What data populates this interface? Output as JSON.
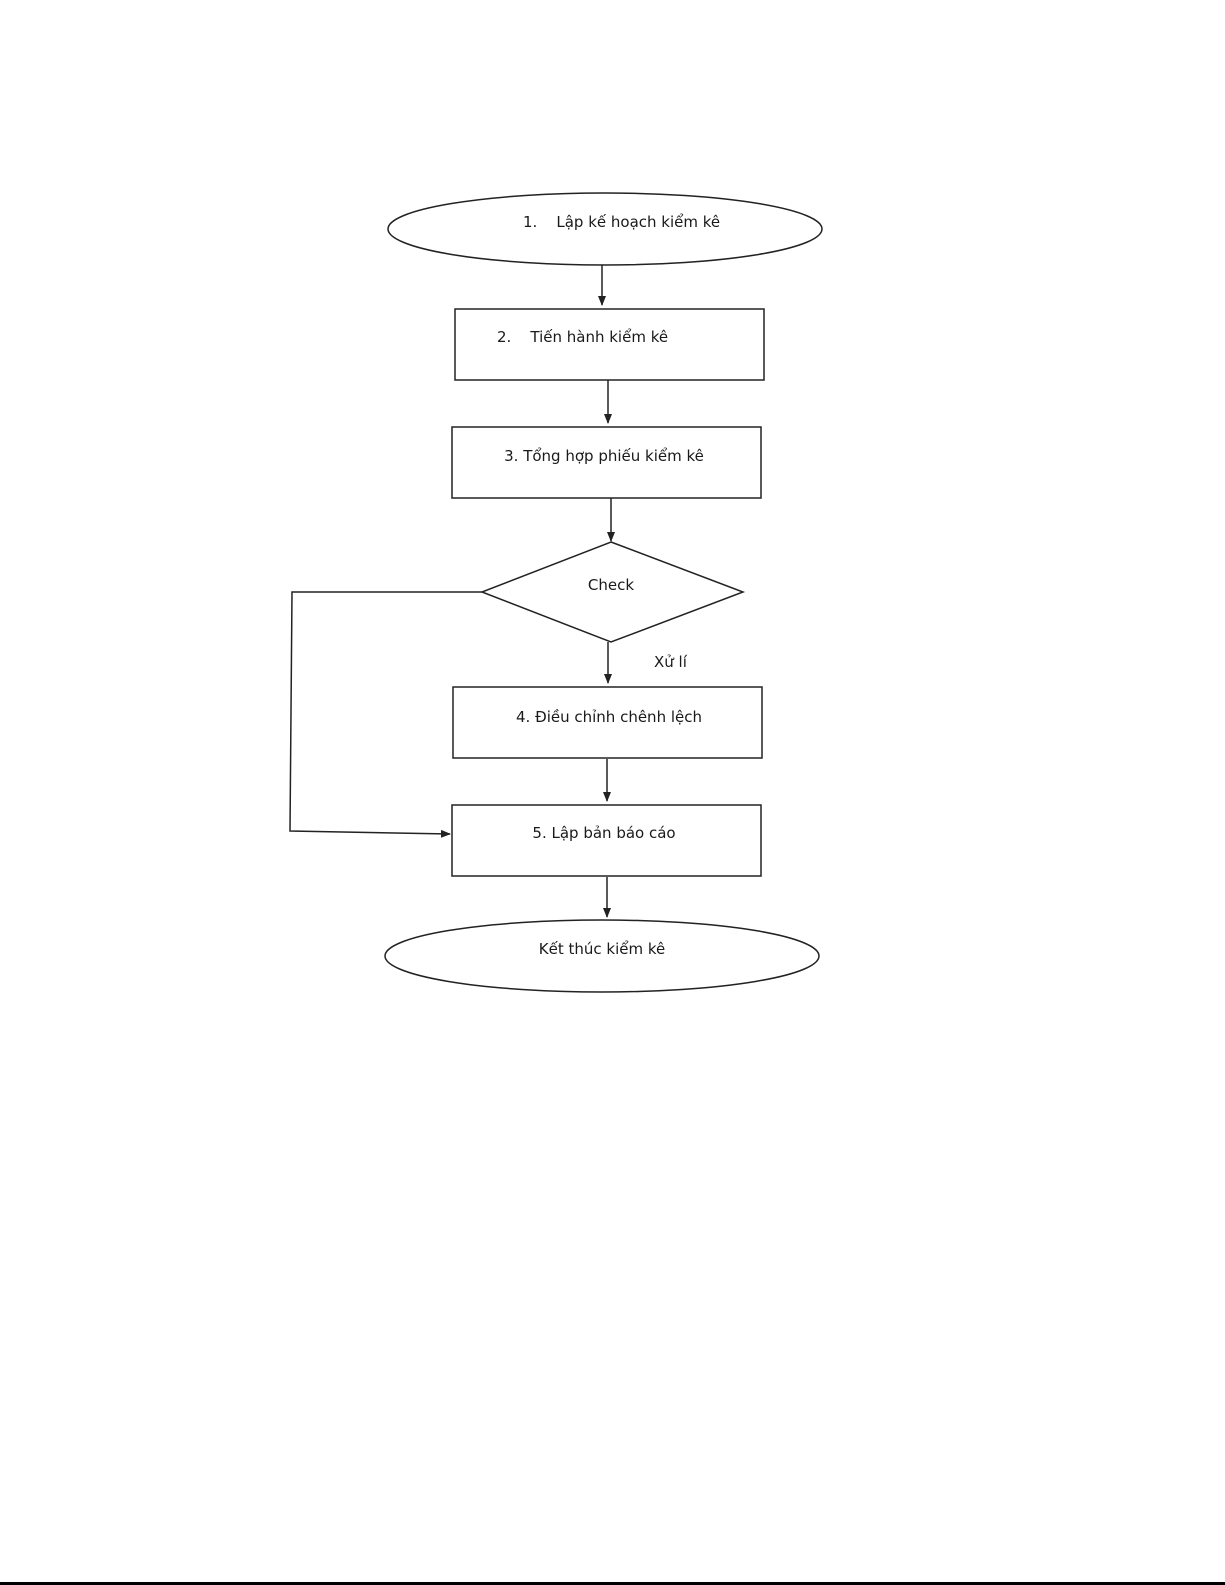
{
  "diagram": {
    "type": "flowchart",
    "nodes": [
      {
        "id": "start",
        "shape": "ellipse",
        "label": "1.    Lập kế hoạch kiểm kê"
      },
      {
        "id": "step2",
        "shape": "rect",
        "label": "2.    Tiến hành kiểm kê"
      },
      {
        "id": "step3",
        "shape": "rect",
        "label": "3. Tổng hợp phiếu kiểm kê"
      },
      {
        "id": "check",
        "shape": "diamond",
        "label": "Check"
      },
      {
        "id": "step4",
        "shape": "rect",
        "label": "4. Điều chỉnh chênh lệch"
      },
      {
        "id": "step5",
        "shape": "rect",
        "label": "5. Lập bản báo cáo"
      },
      {
        "id": "end",
        "shape": "ellipse",
        "label": "Kết thúc kiểm kê"
      }
    ],
    "edges": [
      {
        "from": "start",
        "to": "step2",
        "label": ""
      },
      {
        "from": "step2",
        "to": "step3",
        "label": ""
      },
      {
        "from": "step3",
        "to": "check",
        "label": ""
      },
      {
        "from": "check",
        "to": "step4",
        "label": "Xử lí"
      },
      {
        "from": "check",
        "to": "step5",
        "label": ""
      },
      {
        "from": "step4",
        "to": "step5",
        "label": ""
      },
      {
        "from": "step5",
        "to": "end",
        "label": ""
      }
    ]
  }
}
